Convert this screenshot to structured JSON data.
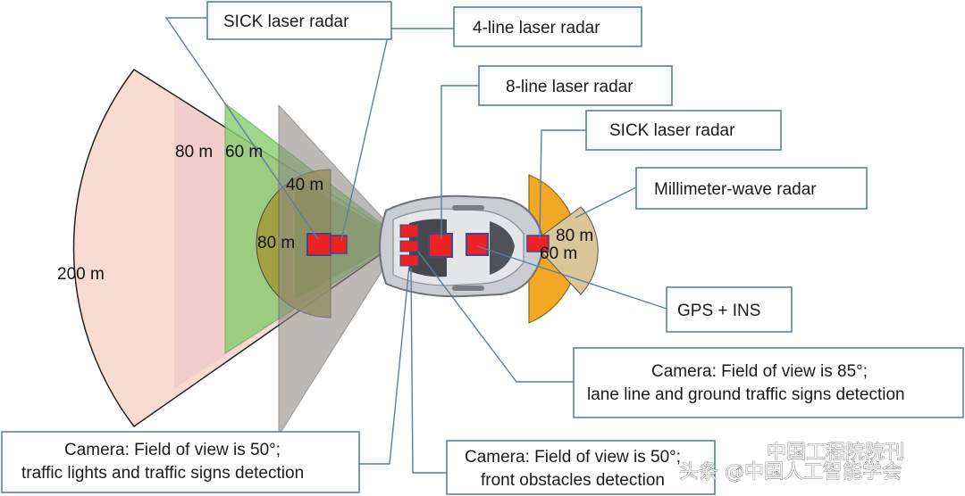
{
  "labels": {
    "sick_top": "SICK laser radar",
    "four_line": "4-line laser radar",
    "eight_line": "8-line laser radar",
    "sick_right": "SICK laser radar",
    "mmwave": "Millimeter-wave radar",
    "gps": "GPS + INS",
    "cam85_line1": "Camera: Field of view is 85°;",
    "cam85_line2": "lane line and ground traffic signs detection",
    "cam50a_line1": "Camera: Field of view is 50°;",
    "cam50a_line2": "traffic lights and traffic signs detection",
    "cam50b_line1": "Camera: Field of view is 50°;",
    "cam50b_line2": "front obstacles detection"
  },
  "distances": {
    "d200": "200 m",
    "d80_left": "80 m",
    "d60_left": "60 m",
    "d40": "40 m",
    "d80_circle": "80 m",
    "d80_right": "80 m",
    "d60_right": "60 m"
  },
  "watermark": {
    "top": "中国工程院院刊",
    "bottom": "头条 @中国人工智能学会"
  },
  "colors": {
    "range_200": "#f8dcd2",
    "range_80_pink": "#f0c8cc",
    "range_60_green": "#8fd07a",
    "range_gray": "#8f8a87",
    "range_40_olive": "#a39a3a",
    "rear_orange": "#f2a825",
    "rear_tan": "#d9c79a",
    "sensor_red": "#ee2222",
    "leader_blue": "#5b7fa3"
  }
}
